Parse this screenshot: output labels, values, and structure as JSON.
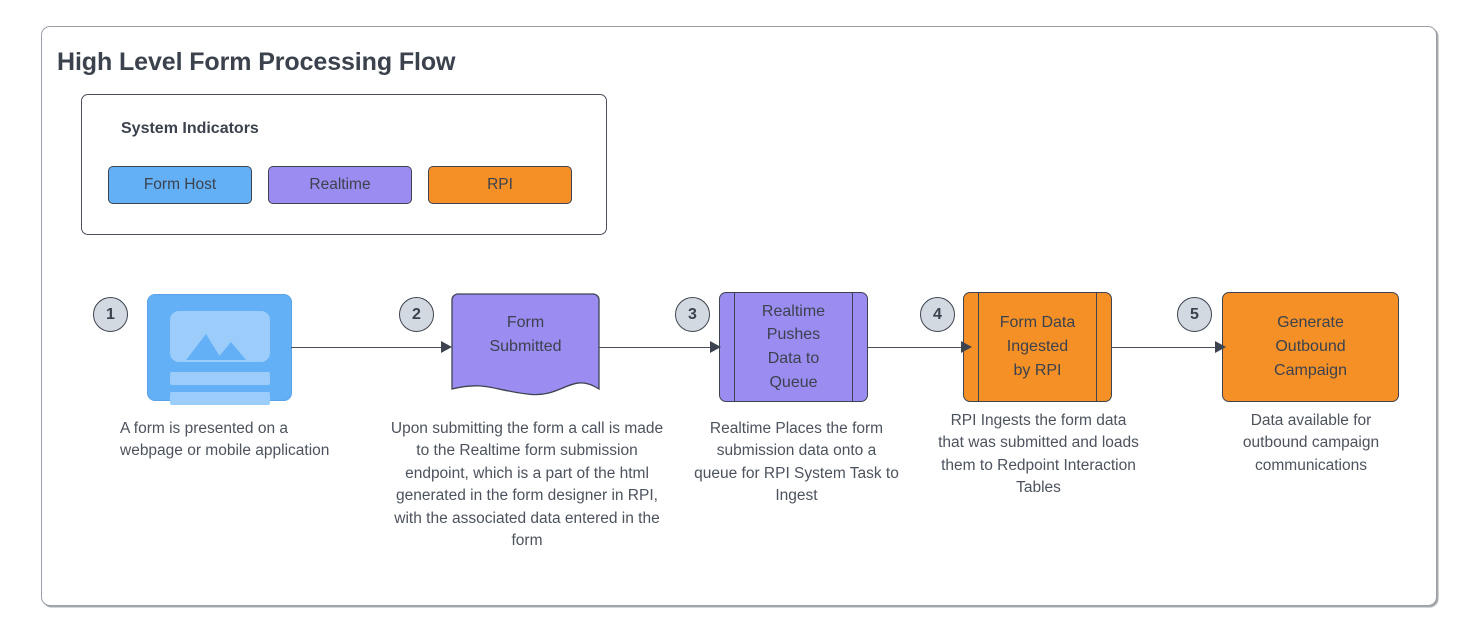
{
  "diagram": {
    "title": "High Level Form Processing Flow",
    "legend": {
      "title": "System Indicators",
      "items": [
        {
          "label": "Form Host",
          "color": "#64b0f7"
        },
        {
          "label": "Realtime",
          "color": "#9a8cf0"
        },
        {
          "label": "RPI",
          "color": "#f59026"
        }
      ]
    },
    "steps": [
      {
        "number": "1",
        "shape": "image-card",
        "system": "Form Host",
        "color": "#64b0f7",
        "label": "",
        "caption": "A form is presented on a webpage or mobile application"
      },
      {
        "number": "2",
        "shape": "document",
        "system": "Realtime",
        "color": "#9a8cf0",
        "label": "Form\nSubmitted",
        "caption": "Upon submitting the form a call is made to the Realtime form submission endpoint, which is a part of the html generated in the form designer in RPI, with the associated data entered in the form"
      },
      {
        "number": "3",
        "shape": "predefined-process",
        "system": "Realtime",
        "color": "#9a8cf0",
        "label": "Realtime\nPushes\nData to\nQueue",
        "caption": "Realtime Places the form submission data onto a queue for RPI System Task to Ingest"
      },
      {
        "number": "4",
        "shape": "predefined-process",
        "system": "RPI",
        "color": "#f59026",
        "label": "Form Data\nIngested\nby RPI",
        "caption": "RPI Ingests the form data that was submitted and loads them to Redpoint Interaction Tables"
      },
      {
        "number": "5",
        "shape": "rounded-rect",
        "system": "RPI",
        "color": "#f59026",
        "label": "Generate\nOutbound\nCampaign",
        "caption": "Data available for outbound campaign communications"
      }
    ]
  }
}
